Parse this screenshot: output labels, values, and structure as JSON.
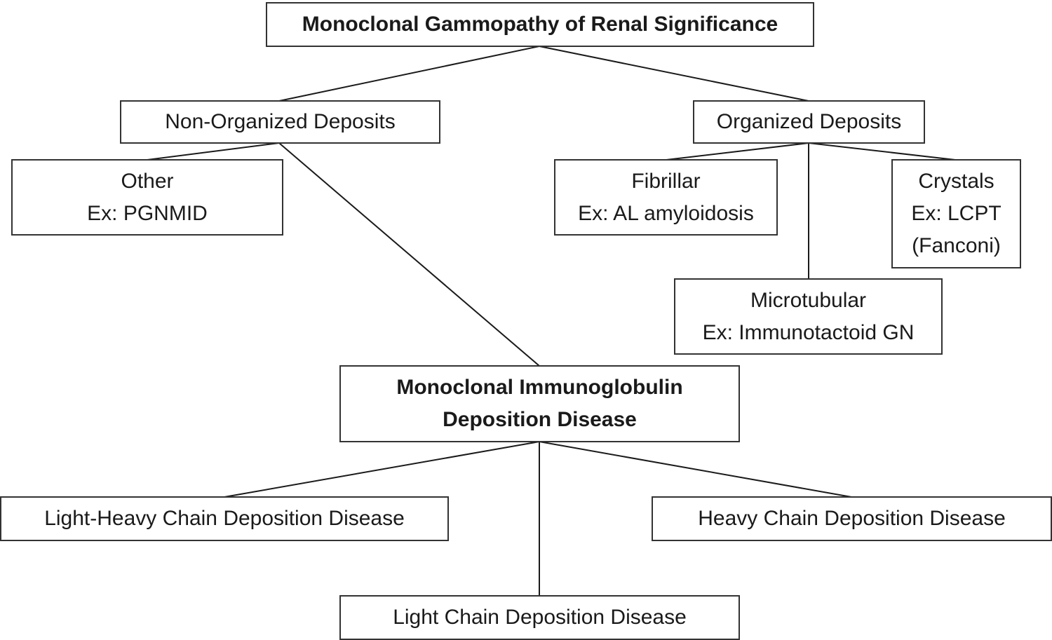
{
  "nodes": {
    "root": {
      "lines": [
        "Monoclonal Gammopathy of Renal Significance"
      ]
    },
    "non_organized": {
      "lines": [
        "Non-Organized Deposits"
      ]
    },
    "organized": {
      "lines": [
        "Organized Deposits"
      ]
    },
    "other": {
      "lines": [
        "Other",
        "Ex: PGNMID"
      ]
    },
    "fibrillar": {
      "lines": [
        "Fibrillar",
        "Ex: AL amyloidosis"
      ]
    },
    "crystals": {
      "lines": [
        "Crystals",
        "Ex: LCPT",
        "(Fanconi)"
      ]
    },
    "microtubular": {
      "lines": [
        "Microtubular",
        "Ex: Immunotactoid GN"
      ]
    },
    "midd": {
      "lines": [
        "Monoclonal Immunoglobulin",
        "Deposition Disease"
      ]
    },
    "lhcdd": {
      "lines": [
        "Light-Heavy Chain Deposition Disease"
      ]
    },
    "hcdd": {
      "lines": [
        "Heavy Chain Deposition Disease"
      ]
    },
    "lcdd": {
      "lines": [
        "Light Chain Deposition Disease"
      ]
    }
  }
}
